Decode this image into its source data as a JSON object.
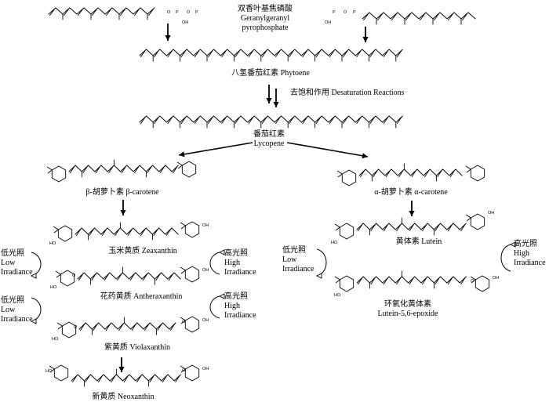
{
  "labels": {
    "ggpp_cn": "双香叶基焦磷酸",
    "ggpp_en1": "Geranylgeranyl",
    "ggpp_en2": "pyrophosphate",
    "phytoene": "八氢番茄红素 Phytoene",
    "desaturation": "去饱和作用 Desaturation Reactions",
    "lycopene_cn": "番茄红素",
    "lycopene_en": "Lycopene",
    "beta_carotene": "β-胡萝卜素 β-carotene",
    "alpha_carotene": "α-胡萝卜素 α-carotene",
    "zeaxanthin": "玉米黄质 Zeaxanthin",
    "antheraxanthin": "花药黄质 Antheraxanthin",
    "violaxanthin": "紫黄质 Violaxanthin",
    "neoxanthin": "新黄质 Neoxanthin",
    "lutein": "黄体素 Lutein",
    "lutein_epoxide_cn": "环氧化黄体素",
    "lutein_epoxide_en": "Lutein-5,6-epoxide"
  },
  "light": {
    "low_cn": "低光照",
    "low_en1": "Low",
    "low_en2": "Irradiance",
    "high_cn": "高光照",
    "high_en1": "High",
    "high_en2": "Irradiance"
  },
  "atoms": {
    "P": "P",
    "O": "O",
    "OH": "OH",
    "HO": "HO"
  }
}
